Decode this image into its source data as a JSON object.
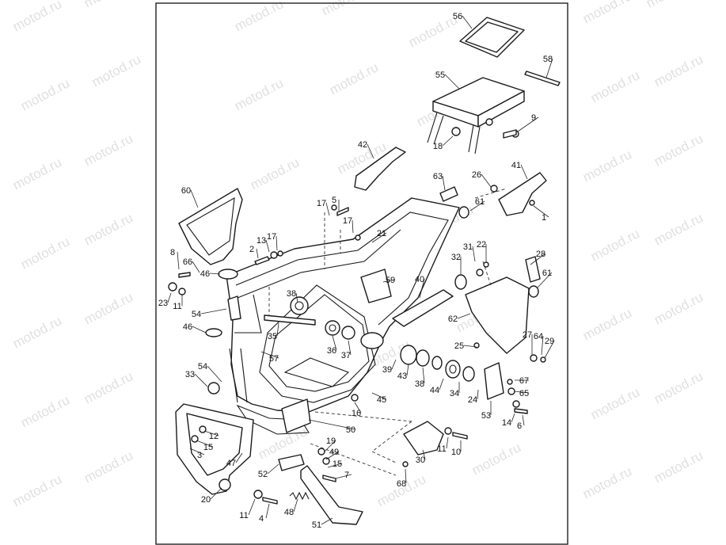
{
  "watermark": "motod.ru",
  "callouts": [
    {
      "id": "c56",
      "label": "56"
    },
    {
      "id": "c58",
      "label": "58"
    },
    {
      "id": "c55",
      "label": "55"
    },
    {
      "id": "c9",
      "label": "9"
    },
    {
      "id": "c18",
      "label": "18"
    },
    {
      "id": "c42",
      "label": "42"
    },
    {
      "id": "c63",
      "label": "63"
    },
    {
      "id": "c26",
      "label": "26"
    },
    {
      "id": "c41",
      "label": "41"
    },
    {
      "id": "c60",
      "label": "60"
    },
    {
      "id": "c5",
      "label": "5"
    },
    {
      "id": "c17a",
      "label": "17"
    },
    {
      "id": "c61a",
      "label": "61"
    },
    {
      "id": "c1",
      "label": "1"
    },
    {
      "id": "c17b",
      "label": "17"
    },
    {
      "id": "c21",
      "label": "21"
    },
    {
      "id": "c13",
      "label": "13"
    },
    {
      "id": "c17c",
      "label": "17"
    },
    {
      "id": "c2",
      "label": "2"
    },
    {
      "id": "c8",
      "label": "8"
    },
    {
      "id": "c66",
      "label": "66"
    },
    {
      "id": "c46a",
      "label": "46"
    },
    {
      "id": "c31",
      "label": "31"
    },
    {
      "id": "c22",
      "label": "22"
    },
    {
      "id": "c28",
      "label": "28"
    },
    {
      "id": "c32",
      "label": "32"
    },
    {
      "id": "c61b",
      "label": "61"
    },
    {
      "id": "c59",
      "label": "59"
    },
    {
      "id": "c40",
      "label": "40"
    },
    {
      "id": "c23",
      "label": "23"
    },
    {
      "id": "c11a",
      "label": "11"
    },
    {
      "id": "c38a",
      "label": "38"
    },
    {
      "id": "c54a",
      "label": "54"
    },
    {
      "id": "c62",
      "label": "62"
    },
    {
      "id": "c46b",
      "label": "46"
    },
    {
      "id": "c35",
      "label": "35"
    },
    {
      "id": "c36",
      "label": "36"
    },
    {
      "id": "c37",
      "label": "37"
    },
    {
      "id": "c27",
      "label": "27"
    },
    {
      "id": "c64",
      "label": "64"
    },
    {
      "id": "c29",
      "label": "29"
    },
    {
      "id": "c25",
      "label": "25"
    },
    {
      "id": "c57",
      "label": "57"
    },
    {
      "id": "c39",
      "label": "39"
    },
    {
      "id": "c43",
      "label": "43"
    },
    {
      "id": "c38b",
      "label": "38"
    },
    {
      "id": "c44",
      "label": "44"
    },
    {
      "id": "c34",
      "label": "34"
    },
    {
      "id": "c24",
      "label": "24"
    },
    {
      "id": "c67",
      "label": "67"
    },
    {
      "id": "c65",
      "label": "65"
    },
    {
      "id": "c54b",
      "label": "54"
    },
    {
      "id": "c33",
      "label": "33"
    },
    {
      "id": "c45",
      "label": "45"
    },
    {
      "id": "c16",
      "label": "16"
    },
    {
      "id": "c53",
      "label": "53"
    },
    {
      "id": "c14",
      "label": "14"
    },
    {
      "id": "c6",
      "label": "6"
    },
    {
      "id": "c50",
      "label": "50"
    },
    {
      "id": "c12",
      "label": "12"
    },
    {
      "id": "c15a",
      "label": "15"
    },
    {
      "id": "c3",
      "label": "3"
    },
    {
      "id": "c19",
      "label": "19"
    },
    {
      "id": "c49",
      "label": "49"
    },
    {
      "id": "c11b",
      "label": "11"
    },
    {
      "id": "c10",
      "label": "10"
    },
    {
      "id": "c47",
      "label": "47"
    },
    {
      "id": "c15b",
      "label": "15"
    },
    {
      "id": "c30",
      "label": "30"
    },
    {
      "id": "c52",
      "label": "52"
    },
    {
      "id": "c7",
      "label": "7"
    },
    {
      "id": "c68",
      "label": "68"
    },
    {
      "id": "c20",
      "label": "20"
    },
    {
      "id": "c11c",
      "label": "11"
    },
    {
      "id": "c4",
      "label": "4"
    },
    {
      "id": "c48",
      "label": "48"
    },
    {
      "id": "c51",
      "label": "51"
    }
  ]
}
